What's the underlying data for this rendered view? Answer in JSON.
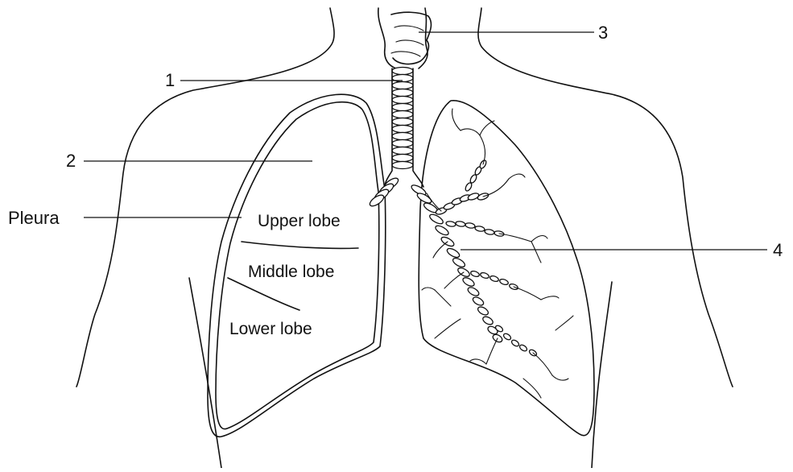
{
  "labels": {
    "callout_1": "1",
    "callout_2": "2",
    "callout_3": "3",
    "callout_4": "4",
    "pleura": "Pleura",
    "upper_lobe": "Upper lobe",
    "middle_lobe": "Middle lobe",
    "lower_lobe": "Lower lobe"
  },
  "colors": {
    "ink": "#111111",
    "background": "#ffffff"
  }
}
